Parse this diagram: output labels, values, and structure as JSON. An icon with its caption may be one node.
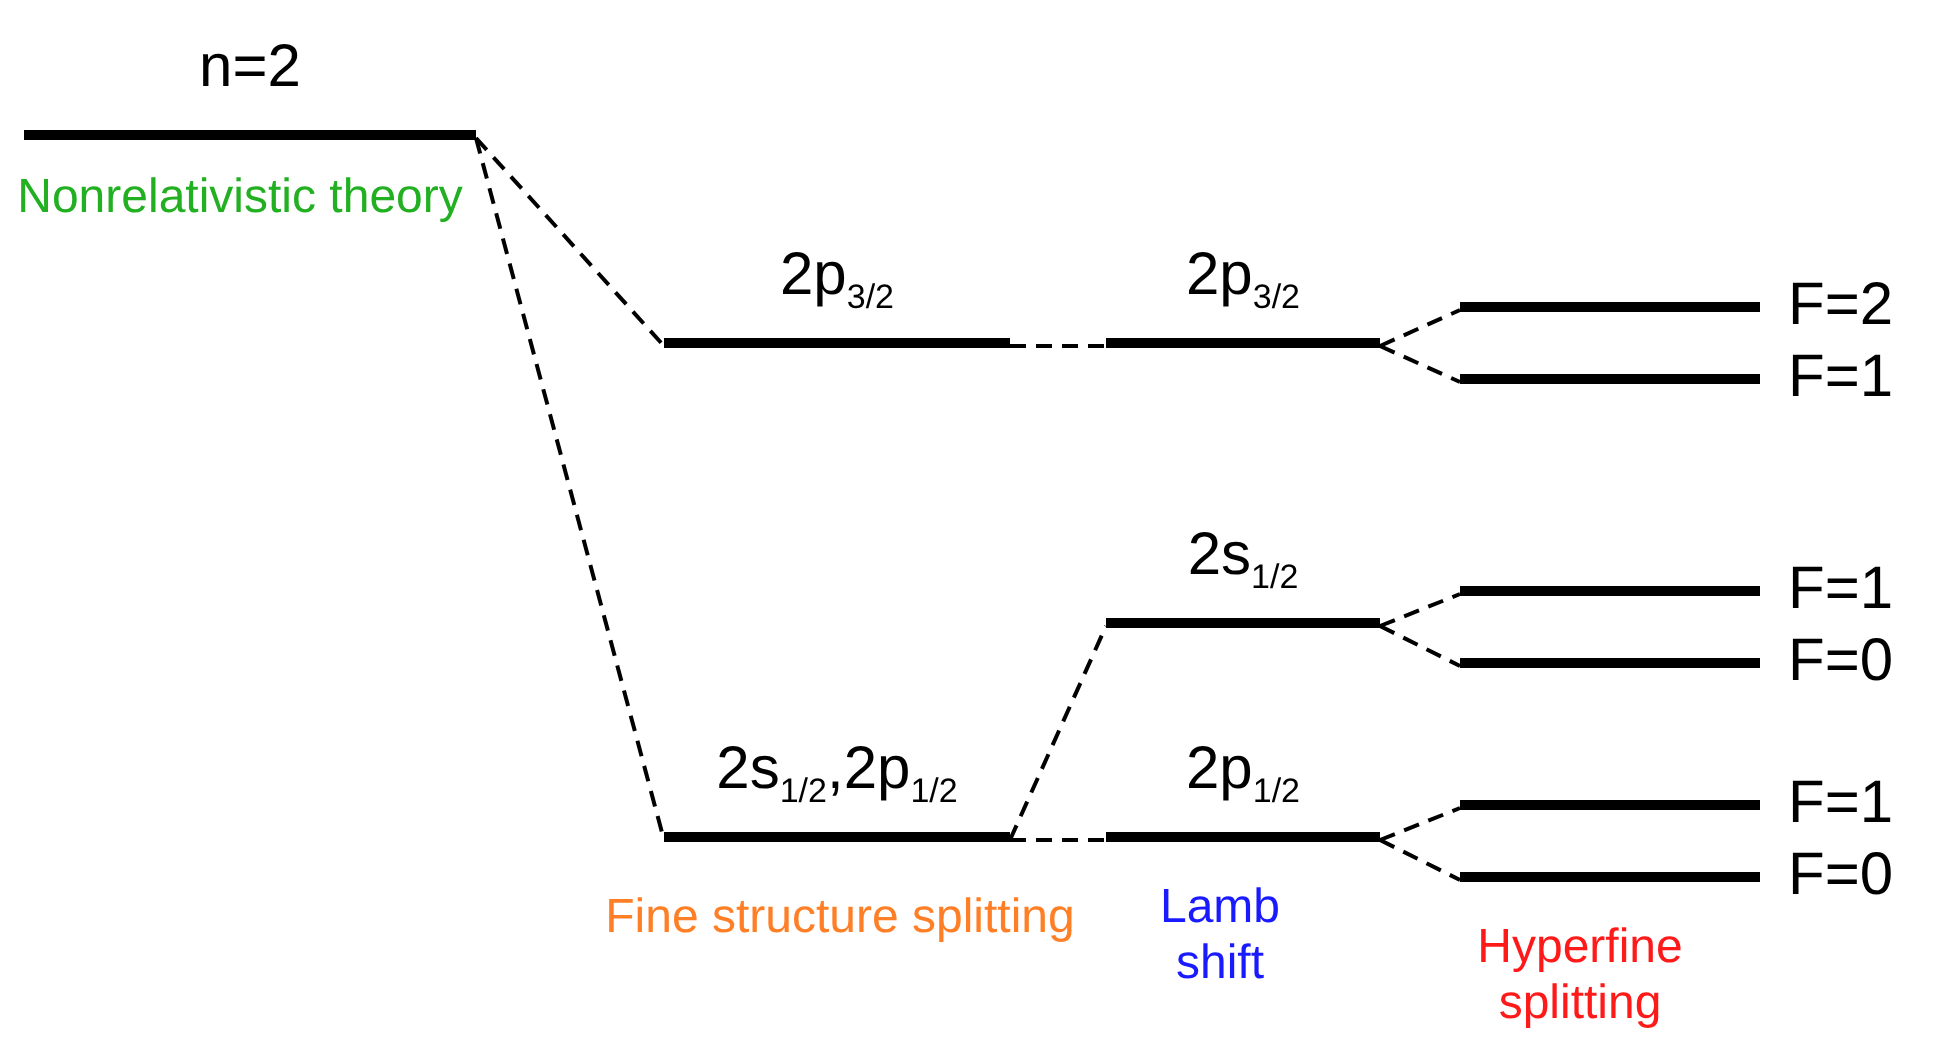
{
  "diagram": {
    "nodes": [
      {
        "text": [
          "n=2"
        ]
      },
      {
        "text": [
          "2p$_{3/2}$"
        ]
      },
      {
        "text": [
          "2s$_{1/2}$,2p$_{1/2}$"
        ]
      },
      {
        "text": [
          "2p$_{3/2}$"
        ]
      },
      {
        "text": [
          "2s$_{1/2}$"
        ]
      },
      {
        "text": [
          "2p$_{1/2}$"
        ]
      },
      {
        "text": [
          "F=2"
        ]
      },
      {
        "text": [
          "F=1"
        ]
      },
      {
        "text": [
          "F=1"
        ]
      },
      {
        "text": [
          "F=0"
        ]
      },
      {
        "text": [
          "F=1"
        ]
      },
      {
        "text": [
          "F=0"
        ]
      }
    ],
    "edges": [
      {
        "from": 0,
        "to": 1,
        "arrow": "none",
        "style": "dashed"
      },
      {
        "from": 0,
        "to": 2,
        "arrow": "none",
        "style": "dashed"
      },
      {
        "from": 1,
        "to": 3,
        "arrow": "none",
        "style": "dashed"
      },
      {
        "from": 2,
        "to": 4,
        "arrow": "none",
        "style": "dashed"
      },
      {
        "from": 2,
        "to": 5,
        "arrow": "none",
        "style": "dashed"
      },
      {
        "from": 3,
        "to": 6,
        "arrow": "none",
        "style": "dashed"
      },
      {
        "from": 3,
        "to": 7,
        "arrow": "none",
        "style": "dashed"
      },
      {
        "from": 4,
        "to": 8,
        "arrow": "none",
        "style": "dashed"
      },
      {
        "from": 4,
        "to": 9,
        "arrow": "none",
        "style": "dashed"
      },
      {
        "from": 5,
        "to": 10,
        "arrow": "none",
        "style": "dashed"
      },
      {
        "from": 5,
        "to": 11,
        "arrow": "none",
        "style": "dashed"
      }
    ],
    "labels": [
      "Nonrelativistic theory",
      "Fine structure splitting",
      "Lamb shift",
      "Hyperfine splitting"
    ]
  }
}
